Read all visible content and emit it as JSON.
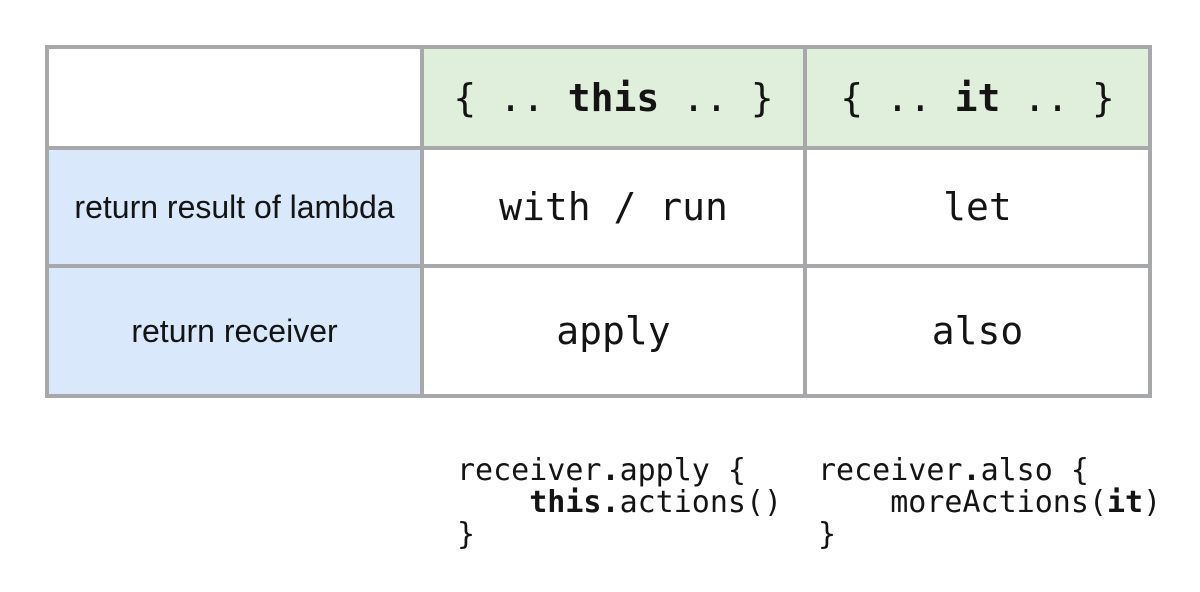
{
  "colors": {
    "header_bg": "#e0efdb",
    "row_label_bg": "#d9e9fb",
    "border": "#a6a8aa",
    "text": "#141414"
  },
  "table": {
    "column_headers": [
      {
        "name": "this-lambda",
        "segments": [
          {
            "t": "{ .. ",
            "b": false
          },
          {
            "t": "this",
            "b": true
          },
          {
            "t": " .. }",
            "b": false
          }
        ]
      },
      {
        "name": "it-lambda",
        "segments": [
          {
            "t": "{ .. ",
            "b": false
          },
          {
            "t": "it",
            "b": true
          },
          {
            "t": " .. }",
            "b": false
          }
        ]
      }
    ],
    "rows": [
      {
        "label": "return result of lambda",
        "cells": [
          "with / run",
          "let"
        ]
      },
      {
        "label": "return receiver",
        "cells": [
          "apply",
          "also"
        ]
      }
    ]
  },
  "code_examples": [
    {
      "name": "apply-example",
      "lines": [
        [
          {
            "t": "receiver",
            "b": false
          },
          {
            "t": ".",
            "b": true
          },
          {
            "t": "apply {",
            "b": false
          }
        ],
        [
          {
            "t": "    ",
            "b": false
          },
          {
            "t": "this.",
            "b": true
          },
          {
            "t": "actions()",
            "b": false
          }
        ],
        [
          {
            "t": "}",
            "b": false
          }
        ]
      ]
    },
    {
      "name": "also-example",
      "lines": [
        [
          {
            "t": "receiver",
            "b": false
          },
          {
            "t": ".",
            "b": true
          },
          {
            "t": "also {",
            "b": false
          }
        ],
        [
          {
            "t": "    moreActions(",
            "b": false
          },
          {
            "t": "it",
            "b": true
          },
          {
            "t": ")",
            "b": false
          }
        ],
        [
          {
            "t": "}",
            "b": false
          }
        ]
      ]
    }
  ]
}
